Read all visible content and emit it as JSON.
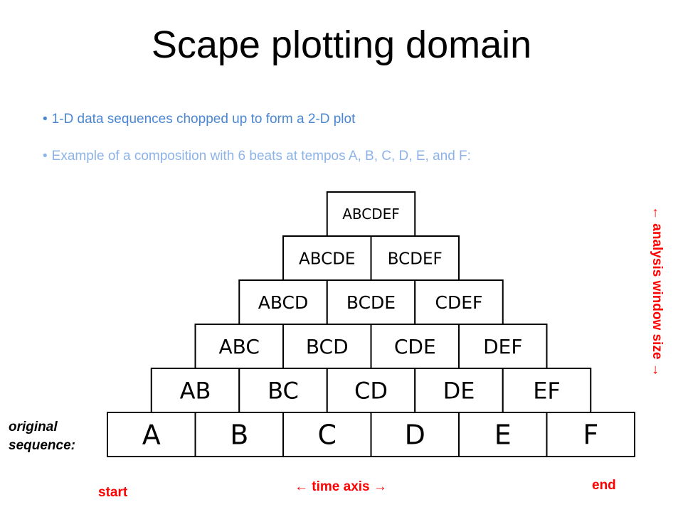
{
  "title": "Scape plotting domain",
  "bullets": [
    {
      "dot": "•",
      "text": "1-D data sequences chopped up to form a 2-D plot"
    },
    {
      "dot": "•",
      "text": "Example of a composition with 6 beats at tempos A, B, C, D, E, and F:"
    }
  ],
  "labels": {
    "original_line1": "original",
    "original_line2": "sequence:",
    "start": "start",
    "end": "end",
    "time_axis": "← time axis →",
    "window_size": "← analysis window size →"
  },
  "rows": [
    [
      "ABCDEF"
    ],
    [
      "ABCDE",
      "BCDEF"
    ],
    [
      "ABCD",
      "BCDE",
      "CDEF"
    ],
    [
      "ABC",
      "BCD",
      "CDE",
      "DEF"
    ],
    [
      "AB",
      "BC",
      "CD",
      "DE",
      "EF"
    ],
    [
      "A",
      "B",
      "C",
      "D",
      "E",
      "F"
    ]
  ],
  "colors": {
    "bullet1": "#4a86d4",
    "bullet2": "#8db3e8",
    "annotation": "#ff0000"
  }
}
